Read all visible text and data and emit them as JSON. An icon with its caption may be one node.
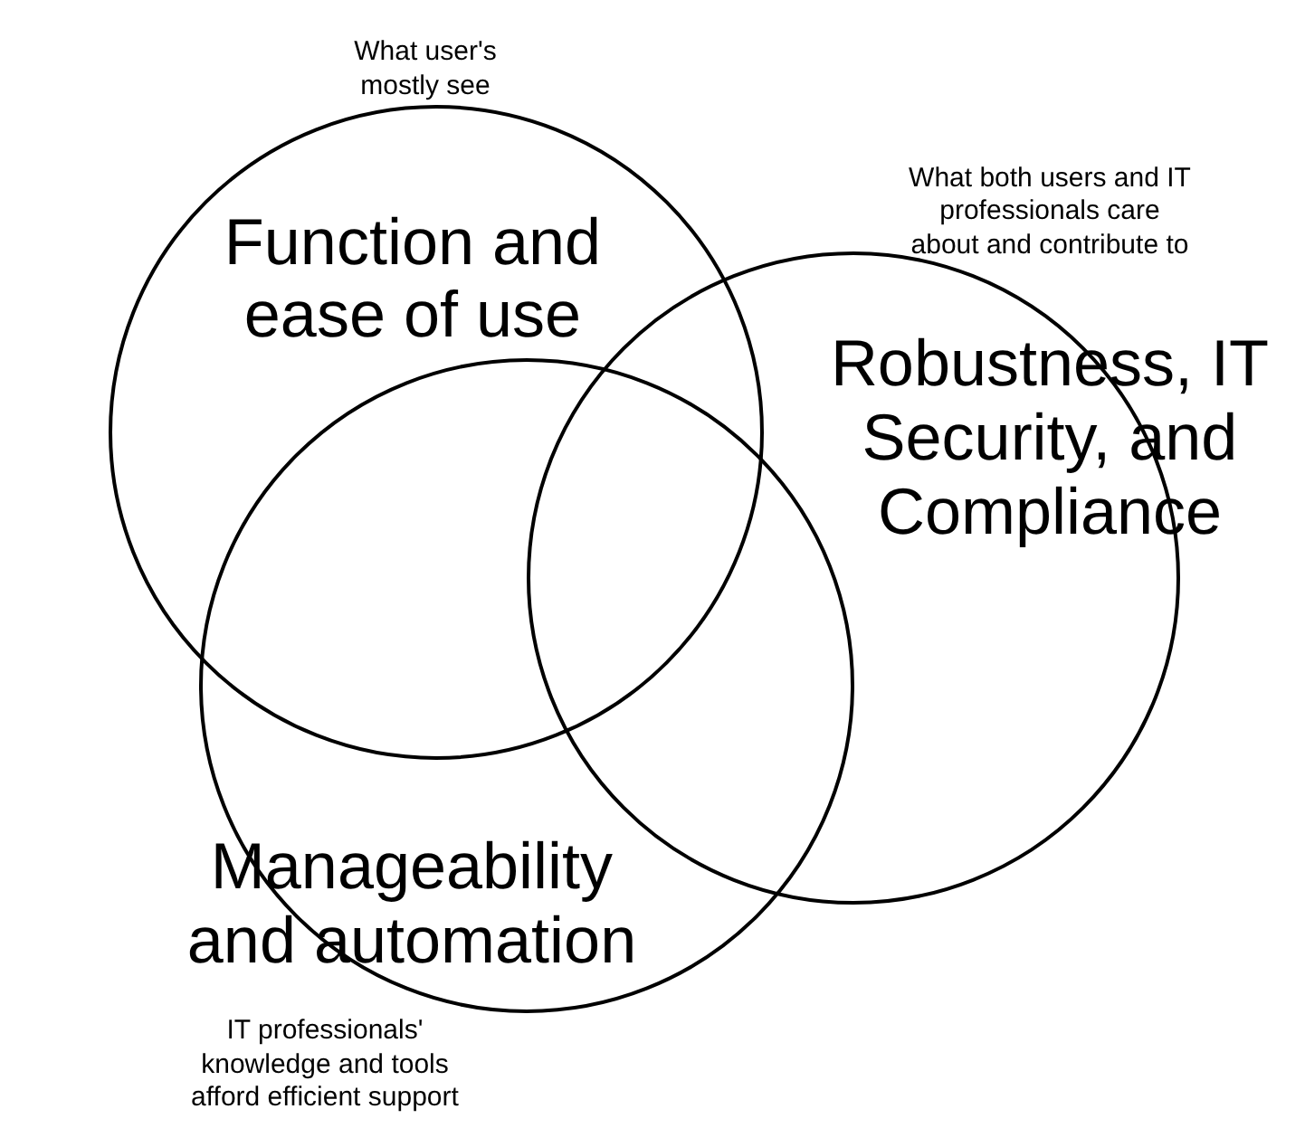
{
  "diagram": {
    "nodes": [
      {
        "text": [
          "Function and ease of use"
        ],
        "beside": [
          "What user's mostly see"
        ]
      },
      {
        "text": [
          "Robustness, IT Security, and Compliance"
        ],
        "beside": [
          "What both users and IT professionals care about and contribute to"
        ]
      },
      {
        "text": [
          "Manageability and automation"
        ],
        "beside": [
          "IT professionals' knowledge and tools afford efficient support"
        ]
      }
    ]
  }
}
